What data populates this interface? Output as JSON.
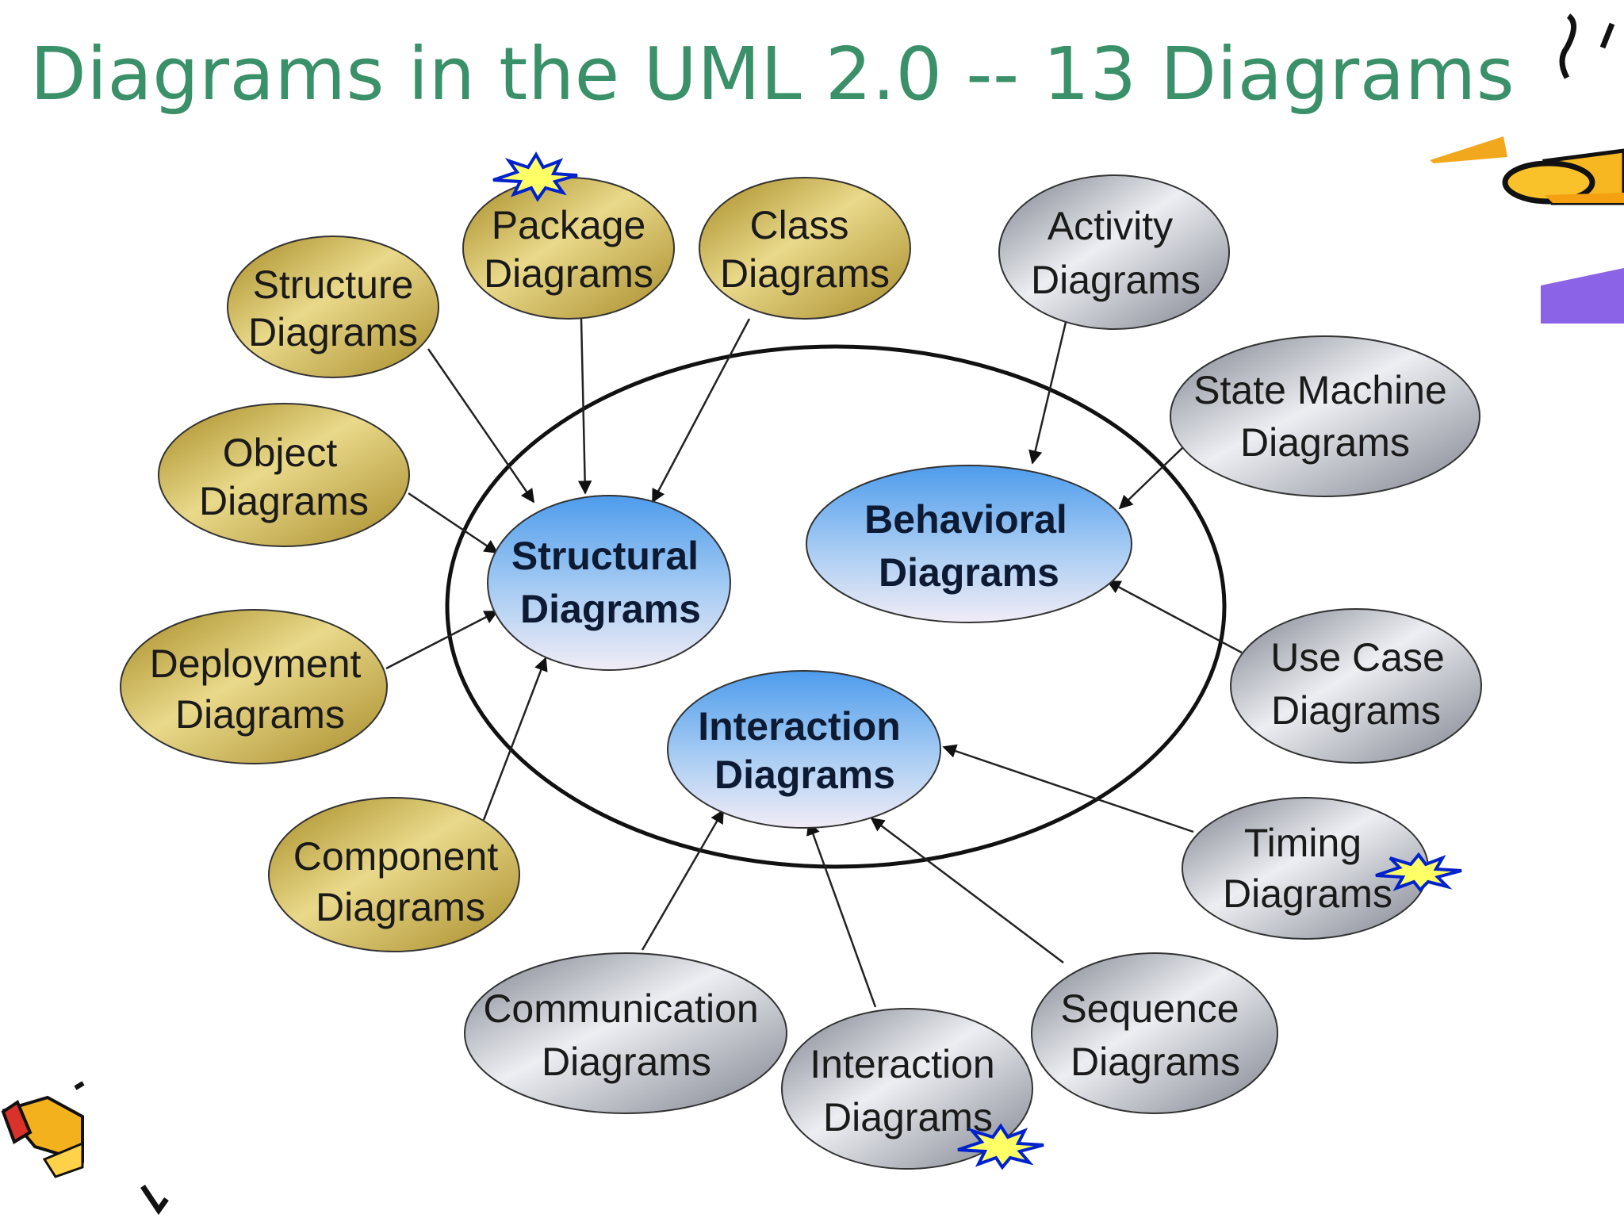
{
  "title": "Diagrams in the UML 2.0 -- 13 Diagrams",
  "colors": {
    "title": "#3a9068",
    "structure_node": "#c2a53c",
    "behavior_node": "#a4a7b0",
    "hub_node": "#6faeea",
    "star_fill": "#ffff66",
    "star_stroke": "#0022cc"
  },
  "hubs": {
    "structural": [
      "Structural",
      "Diagrams"
    ],
    "behavioral": [
      "Behavioral",
      "Diagrams"
    ],
    "interaction": [
      "Interaction",
      "Diagrams"
    ]
  },
  "nodes": {
    "structure": [
      "Structure",
      "Diagrams"
    ],
    "package": [
      "Package",
      "Diagrams"
    ],
    "class": [
      "Class",
      "Diagrams"
    ],
    "object": [
      "Object",
      "Diagrams"
    ],
    "deployment": [
      "Deployment",
      "Diagrams"
    ],
    "component": [
      "Component",
      "Diagrams"
    ],
    "activity": [
      "Activity",
      "Diagrams"
    ],
    "state_machine": [
      "State Machine",
      "Diagrams"
    ],
    "use_case": [
      "Use Case",
      "Diagrams"
    ],
    "timing": [
      "Timing",
      "Diagrams"
    ],
    "sequence": [
      "Sequence",
      "Diagrams"
    ],
    "interaction_overview": [
      "Interaction",
      "Diagrams"
    ],
    "communication": [
      "Communication",
      "Diagrams"
    ]
  },
  "decorations": {
    "new_markers": [
      "starburst-icon",
      "starburst-icon",
      "starburst-icon",
      "starburst-icon"
    ],
    "clipart": [
      "pencil-icon",
      "pencil-icon"
    ]
  }
}
